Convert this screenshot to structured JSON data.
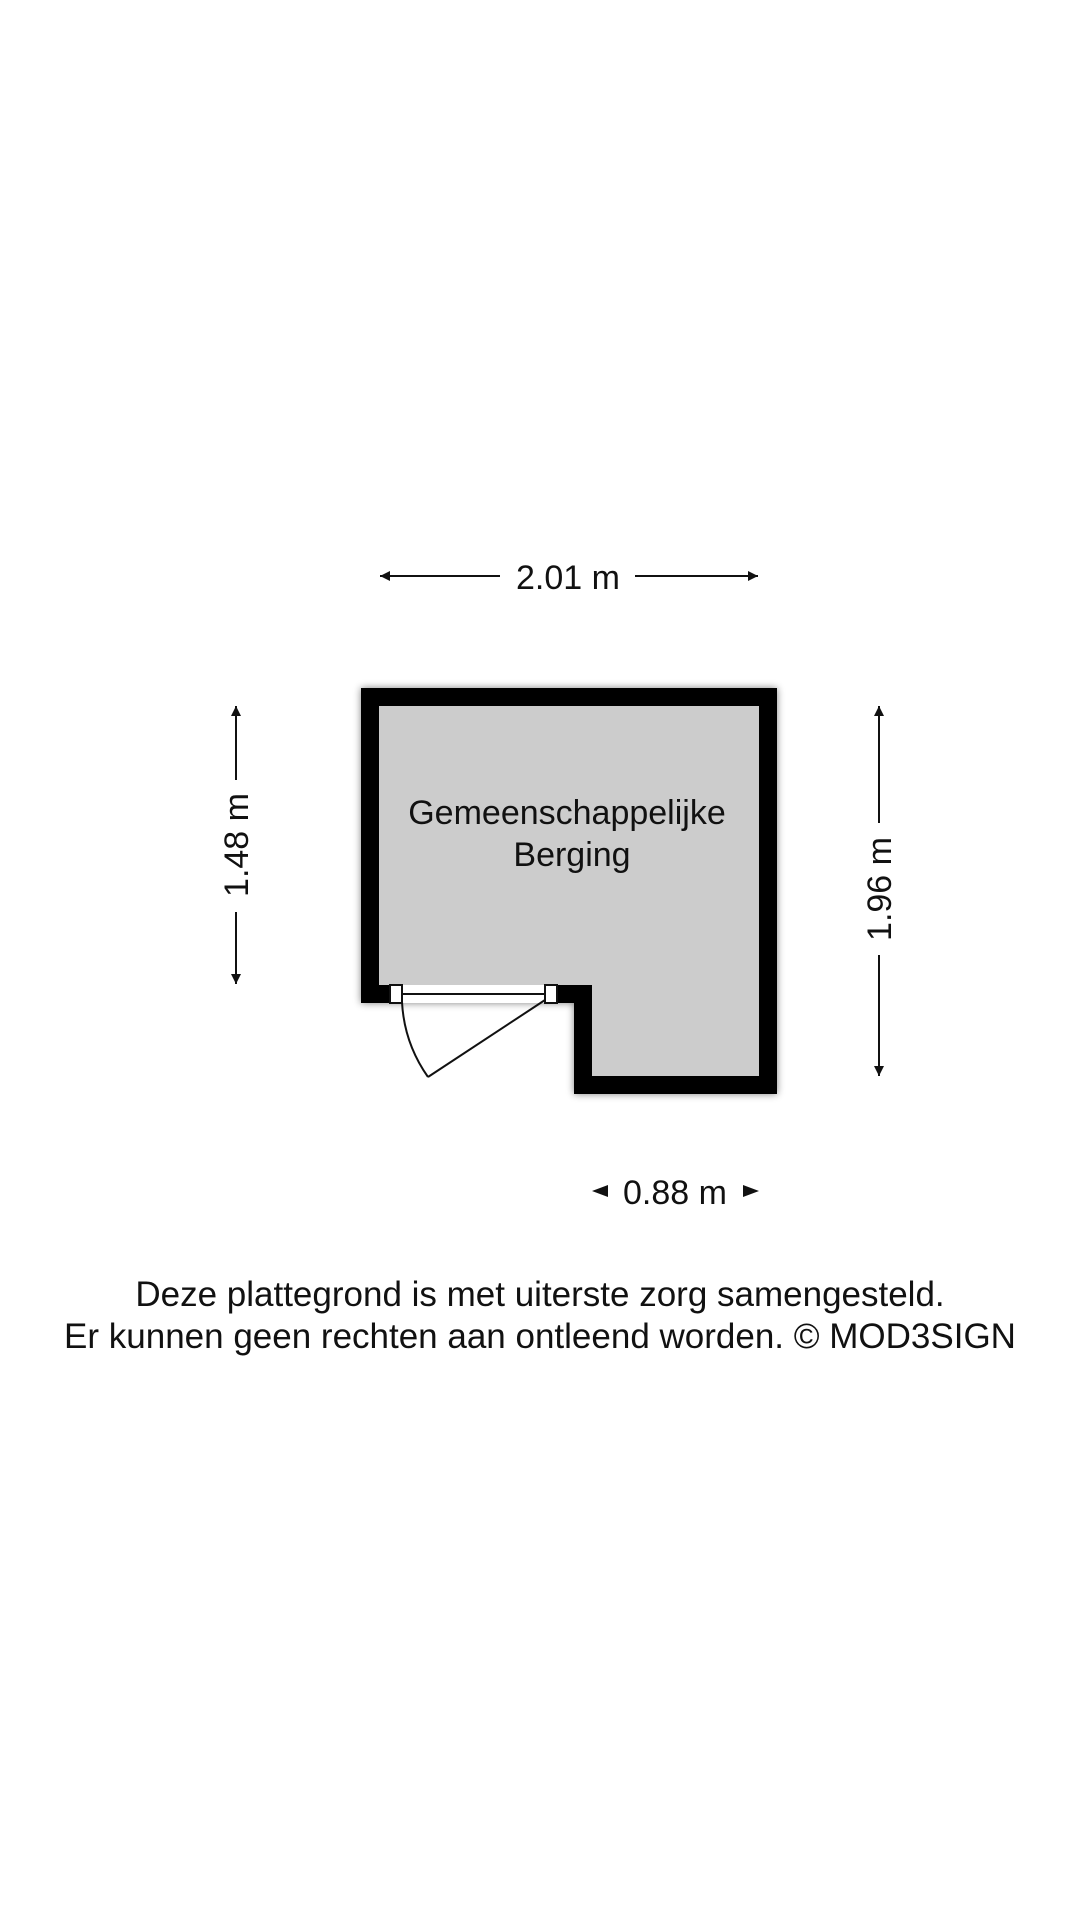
{
  "room": {
    "name_line1": "Gemeenschappelijke",
    "name_line2": "Berging"
  },
  "dimensions": {
    "top_width": "2.01 m",
    "left_height": "1.48 m",
    "right_height": "1.96 m",
    "bottom_width": "0.88 m"
  },
  "disclaimer": {
    "line1": "Deze plattegrond is met uiterste zorg samengesteld.",
    "line2": "Er kunnen geen rechten aan ontleend worden. © MOD3SIGN"
  },
  "colors": {
    "wall": "#000000",
    "floor": "#cccccc",
    "text": "#111111",
    "background": "#ffffff"
  }
}
